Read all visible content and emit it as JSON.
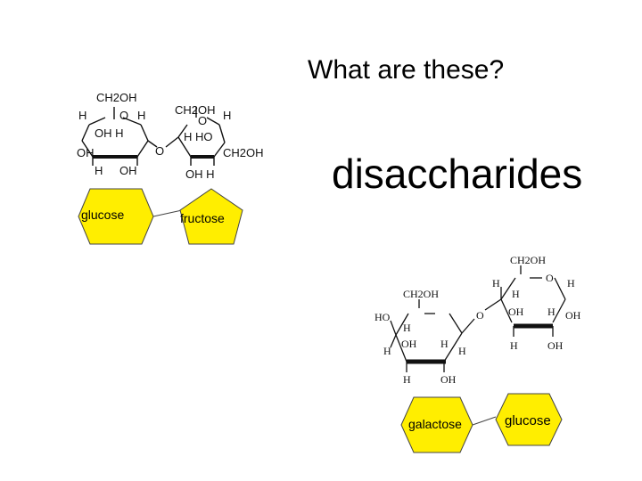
{
  "slide": {
    "title": "What are these?",
    "answer": "disaccharides"
  },
  "sucrose": {
    "glucose_label": "glucose",
    "fructose_label": "fructose",
    "atoms": {
      "ch2oh_a": "CH2OH",
      "h1": "H",
      "o_ring1": "O",
      "h2": "H",
      "oh_h": "OH H",
      "oh1": "OH",
      "h3": "H",
      "oh2": "OH",
      "o_link": "O",
      "ch2oh_b": "CH2OH",
      "o_ring2": "O",
      "h4": "H",
      "h_ho": "H HO",
      "ch2oh_c": "CH2OH",
      "oh_h2": "OH H"
    }
  },
  "lactose": {
    "galactose_label": "galactose",
    "glucose_label": "glucose",
    "atoms": {
      "ch2oh_top": "CH2OH",
      "o_right": "O",
      "h_r1": "H",
      "h_r2": "H",
      "h_r3": "H",
      "oh_r": "OH",
      "h_r4": "H",
      "oh_r2": "OH",
      "h_r5": "H",
      "oh_r3": "OH",
      "ch2oh_left": "CH2OH",
      "ho": "HO",
      "h_l1": "H",
      "o_link": "O",
      "oh_l": "OH",
      "h_l2": "H",
      "h_l3": "H",
      "h_l4": "H",
      "h_l5": "H",
      "oh_l2": "OH"
    }
  }
}
